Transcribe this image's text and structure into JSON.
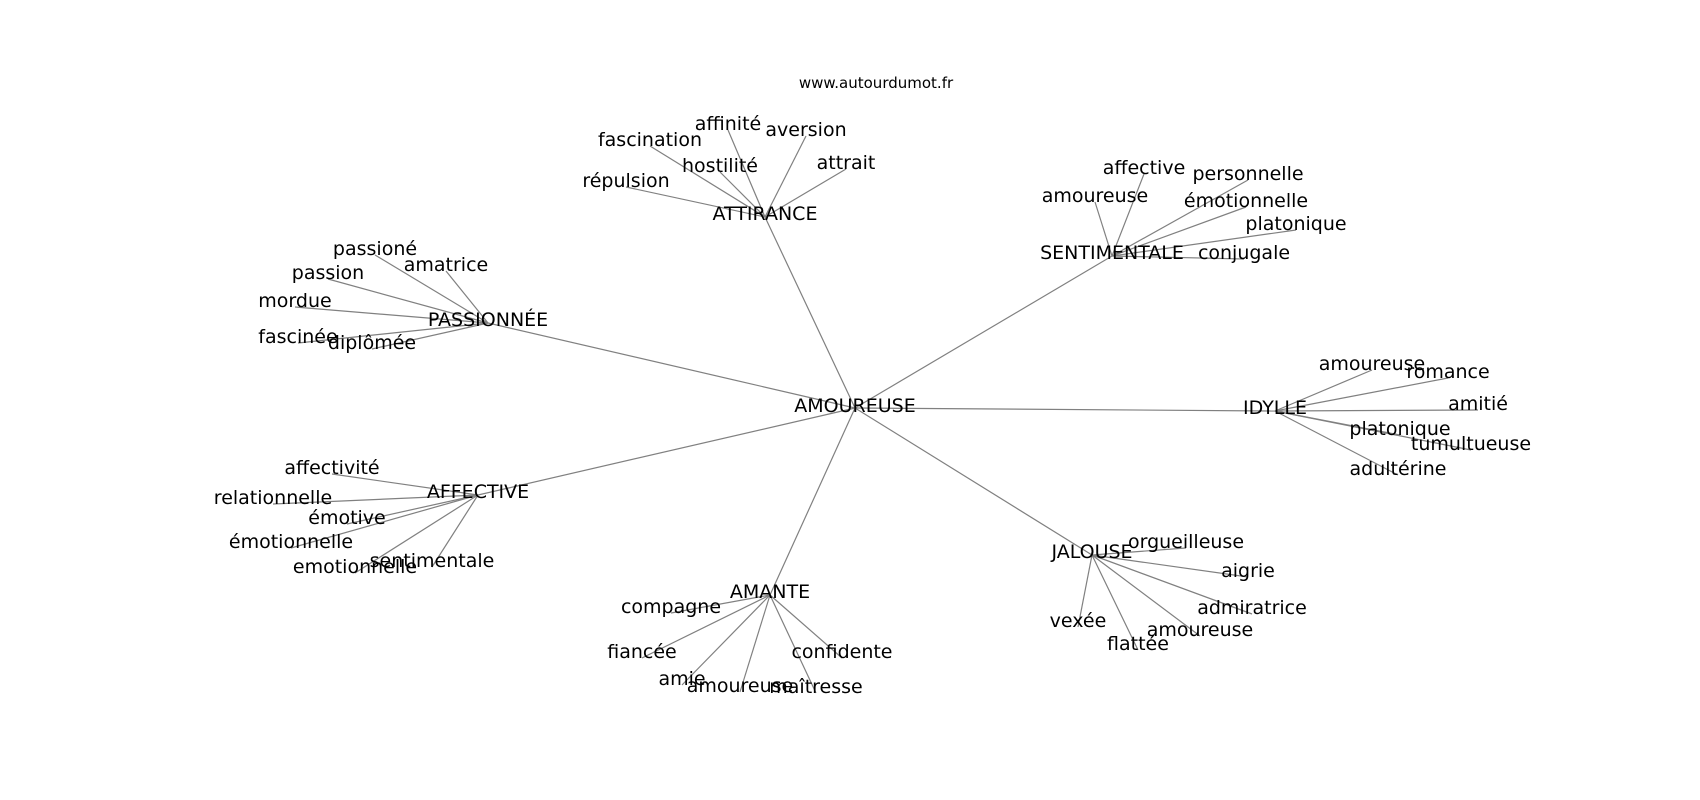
{
  "source_label": "www.autourdumot.fr",
  "graph": {
    "center": "AMOUREUSE",
    "clusters": [
      {
        "label": "ATTIRANCE",
        "words": [
          "affinité",
          "aversion",
          "fascination",
          "hostilité",
          "attrait",
          "répulsion"
        ]
      },
      {
        "label": "SENTIMENTALE",
        "words": [
          "affective",
          "personnelle",
          "amoureuse",
          "émotionnelle",
          "platonique",
          "conjugale"
        ]
      },
      {
        "label": "PASSIONNÉE",
        "words": [
          "passioné",
          "amatrice",
          "passion",
          "mordue",
          "fascinée",
          "diplômée"
        ]
      },
      {
        "label": "IDYLLE",
        "words": [
          "amoureuse",
          "romance",
          "amitié",
          "platonique",
          "tumultueuse",
          "adultérine"
        ]
      },
      {
        "label": "AFFECTIVE",
        "words": [
          "affectivité",
          "relationnelle",
          "émotive",
          "émotionnelle",
          "sentimentale",
          "emotionnelle"
        ]
      },
      {
        "label": "JALOUSE",
        "words": [
          "orgueilleuse",
          "aigrie",
          "admiratrice",
          "vexée",
          "amoureuse",
          "flattée"
        ]
      },
      {
        "label": "AMANTE",
        "words": [
          "compagne",
          "fiancée",
          "confidente",
          "amie",
          "amoureuse",
          "maîtresse"
        ]
      }
    ]
  }
}
